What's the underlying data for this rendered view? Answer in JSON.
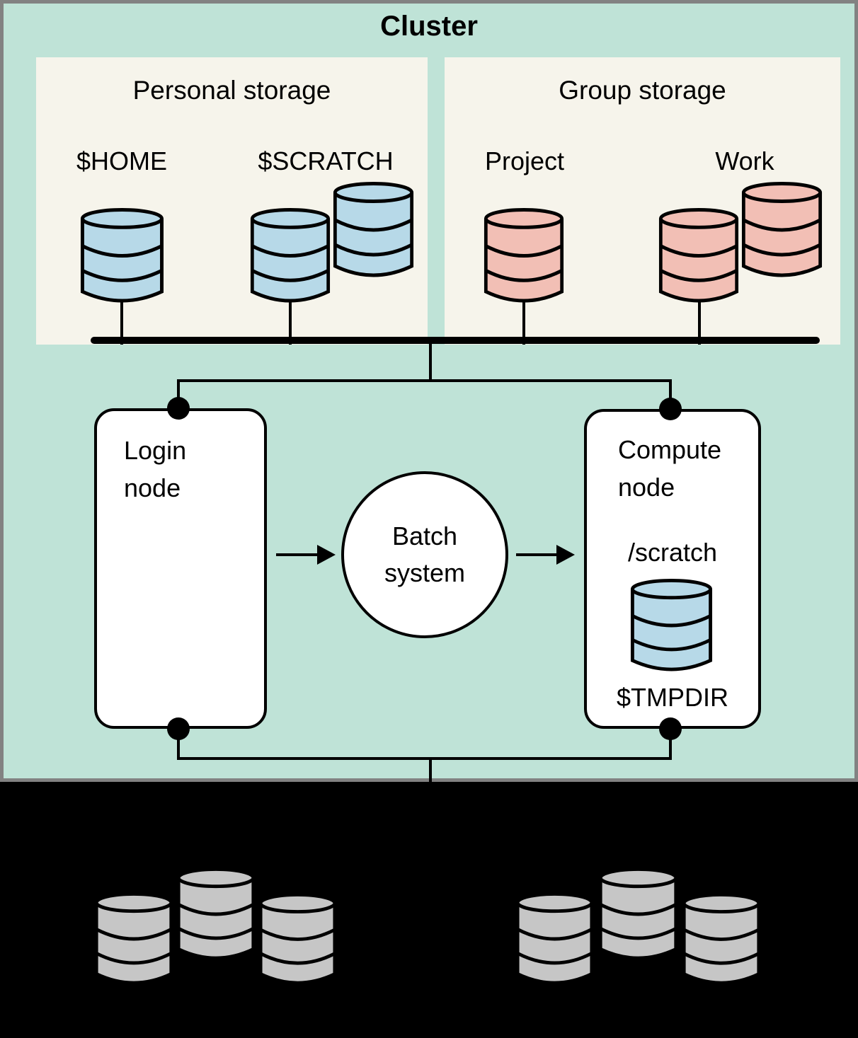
{
  "cluster": {
    "title": "Cluster",
    "personal_storage": {
      "title": "Personal storage",
      "home_label": "$HOME",
      "scratch_label": "$SCRATCH"
    },
    "group_storage": {
      "title": "Group storage",
      "project_label": "Project",
      "work_label": "Work"
    },
    "login_node": {
      "line1": "Login",
      "line2": "node"
    },
    "batch_system": {
      "line1": "Batch",
      "line2": "system"
    },
    "compute_node": {
      "line1": "Compute",
      "line2": "node",
      "scratch_mount": "/scratch",
      "tmpdir": "$TMPDIR"
    }
  },
  "colors": {
    "cluster_bg": "#bfe3d7",
    "cluster_border": "#828282",
    "storage_box_bg": "#f6f4eb",
    "personal_cylinder": "#b7d9e8",
    "group_cylinder": "#f2bfb5",
    "local_scratch_cylinder": "#b7d9e8",
    "external_cylinder": "#c6c6c6",
    "node_bg": "#ffffff",
    "line": "#000000",
    "outside_bg": "#000000"
  }
}
